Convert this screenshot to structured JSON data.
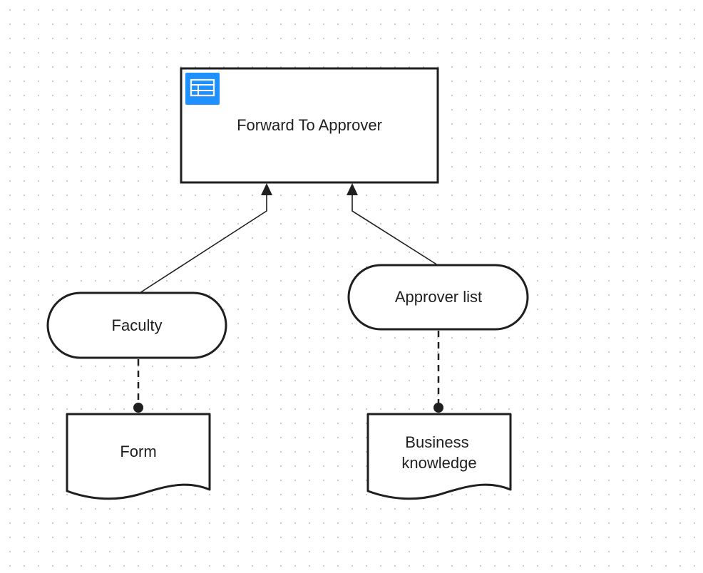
{
  "diagram": {
    "nodes": {
      "decision": {
        "label": "Forward To Approver",
        "icon": "table-icon",
        "icon_color": "#1e90ff"
      },
      "input_faculty": {
        "label": "Faculty"
      },
      "input_approver_list": {
        "label": "Approver list"
      },
      "knowledge_form": {
        "label": "Form"
      },
      "knowledge_business": {
        "label_lines": [
          "Business",
          "knowledge"
        ]
      }
    },
    "edges": [
      {
        "from": "input_faculty",
        "to": "decision",
        "style": "solid-arrow"
      },
      {
        "from": "input_approver_list",
        "to": "decision",
        "style": "solid-arrow"
      },
      {
        "from": "knowledge_form",
        "to": "input_faculty",
        "style": "dashed-dot"
      },
      {
        "from": "knowledge_business",
        "to": "input_approver_list",
        "style": "dashed-dot"
      }
    ],
    "colors": {
      "stroke": "#1f1f1f",
      "canvas_dot": "#c9c9c9"
    }
  }
}
